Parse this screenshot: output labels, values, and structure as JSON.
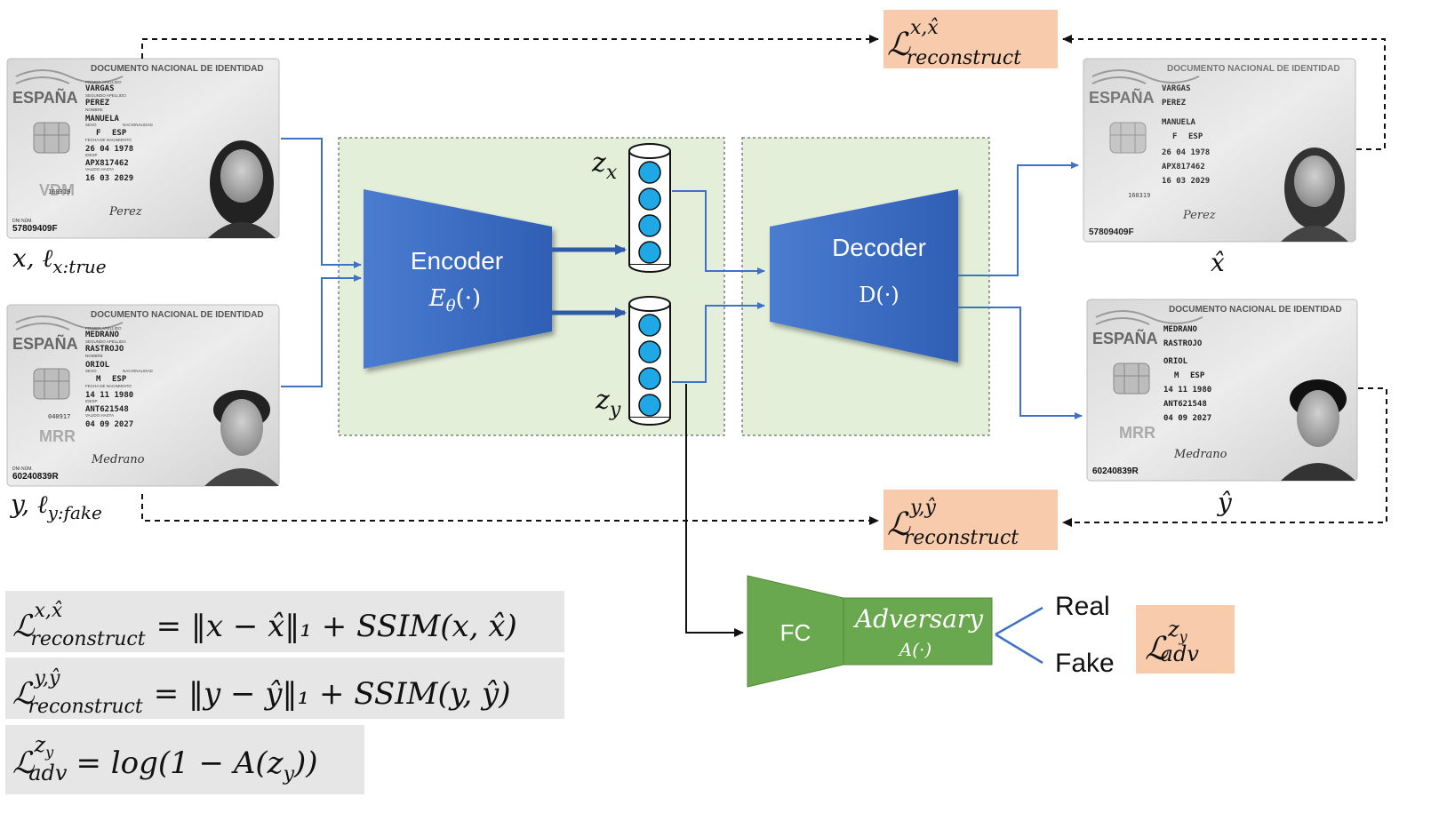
{
  "id_card_front": {
    "header": "DOCUMENTO NACIONAL DE IDENTIDAD",
    "country": "ESPAÑA",
    "surname1_label": "PRIMER APELLIDO",
    "surname2_label": "SEGUNDO APELLIDO",
    "name_label": "NOMBRE",
    "sex_label": "SEXO",
    "nationality_label": "NACIONALIDAD",
    "birth_label": "FECHA DE NACIMIENTO",
    "idesp_label": "IDESP",
    "valid_label": "VALIDO HASTA",
    "dni_label": "DNI NÚM."
  },
  "card_x": {
    "surname1": "VARGAS",
    "surname2": "PEREZ",
    "name": "MANUELA",
    "sex": "F",
    "nationality": "ESP",
    "birth": "26 04 1978",
    "idesp": "APX817462",
    "valid": "16 03 2029",
    "stamp": "VDM",
    "code": "160319",
    "dni": "57809409F",
    "signature": "Perez"
  },
  "card_y": {
    "surname1": "MEDRANO",
    "surname2": "RASTROJO",
    "name": "ORIOL",
    "sex": "M",
    "nationality": "ESP",
    "birth": "14 11 1980",
    "idesp": "ANT621548",
    "valid": "04 09 2027",
    "stamp": "MRR",
    "code": "040917",
    "dni": "60240839R",
    "signature": "Medrano"
  },
  "inputs": {
    "x_label": "x, ℓ",
    "x_sub": "x:true",
    "y_label": "y, ℓ",
    "y_sub": "y:fake"
  },
  "outputs": {
    "x_hat": "x̂",
    "y_hat": "ŷ"
  },
  "encoder": {
    "title": "Encoder",
    "func": "E",
    "func_sub": "θ",
    "func_arg": "(·)"
  },
  "decoder": {
    "title": "Decoder",
    "func": "D(·)"
  },
  "latents": {
    "zx": "z",
    "zx_sub": "x",
    "zy": "z",
    "zy_sub": "y"
  },
  "losses": {
    "rec_x_sym": "ℒ",
    "rec_x_sup": "x,x̂",
    "rec_x_sub": "reconstruct",
    "rec_y_sym": "ℒ",
    "rec_y_sup": "y,ŷ",
    "rec_y_sub": "reconstruct",
    "adv_sym": "ℒ",
    "adv_sup": "z",
    "adv_sup_sub": "y",
    "adv_sub": "adv"
  },
  "adversary": {
    "fc": "FC",
    "title": "Adversary",
    "func": "A(·)",
    "real": "Real",
    "fake": "Fake"
  },
  "equations": {
    "eq1_sym": "ℒ",
    "eq1_sup": "x,x̂",
    "eq1_sub": "reconstruct",
    "eq1_rhs": "= ‖x − x̂‖₁ + SSIM(x, x̂)",
    "eq2_sym": "ℒ",
    "eq2_sup": "y,ŷ",
    "eq2_sub": "reconstruct",
    "eq2_rhs": "= ‖y − ŷ‖₁ + SSIM(y, ŷ)",
    "eq3_sym": "ℒ",
    "eq3_sup": "z",
    "eq3_sup_sub": "y",
    "eq3_sub": "adv",
    "eq3_rhs": "= log(1 − A(z",
    "eq3_rhs_sub": "y",
    "eq3_rhs_end": "))"
  },
  "colors": {
    "blue": "#3a6bc4",
    "blue_dark": "#2e5aa8",
    "latent_fill": "#1fa7e6",
    "green_bg": "#e3efd9",
    "green": "#6aa84f",
    "green_dark": "#4f8a35",
    "loss_bg": "#f8cbad",
    "eq_bg": "#e6e6e6",
    "arrow_blue": "#3f72c4"
  }
}
